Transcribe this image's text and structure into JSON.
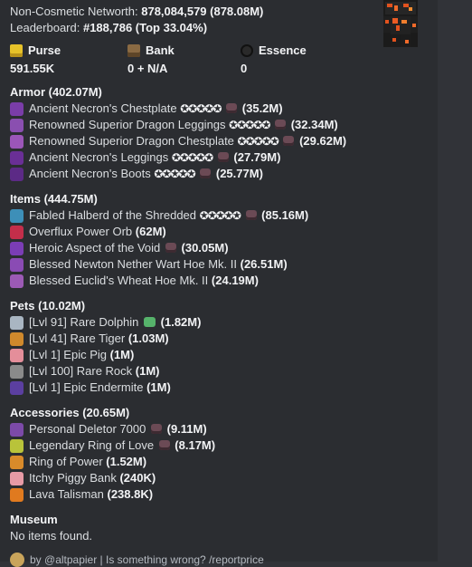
{
  "header": {
    "networth_label": "Non-Cosmetic Networth:",
    "networth_value": "878,084,579 (878.08M)",
    "leaderboard_label": "Leaderboard:",
    "leaderboard_value": "#188,786 (Top 33.04%)"
  },
  "stats": [
    {
      "name": "Purse",
      "value": "591.55K",
      "icon": "coins-icon",
      "color": "#e6c229"
    },
    {
      "name": "Bank",
      "value": "0 + N/A",
      "icon": "chest-icon",
      "color": "#8a6a43"
    },
    {
      "name": "Essence",
      "value": "0",
      "icon": "essence-icon",
      "color": "#2a2a2a"
    }
  ],
  "armor": {
    "title": "Armor (402.07M)",
    "items": [
      {
        "name": "Ancient Necron's Chestplate",
        "stars": "✪✪✪✪✪",
        "value": "(35.2M)",
        "color": "#7a3da8",
        "gem": true
      },
      {
        "name": "Renowned Superior Dragon Leggings",
        "stars": "✪✪✪✪✪",
        "value": "(32.34M)",
        "color": "#8a4fb0",
        "gem": true
      },
      {
        "name": "Renowned Superior Dragon Chestplate",
        "stars": "✪✪✪✪✪",
        "value": "(29.62M)",
        "color": "#9b56b8",
        "gem": true
      },
      {
        "name": "Ancient Necron's Leggings",
        "stars": "✪✪✪✪✪",
        "value": "(27.79M)",
        "color": "#6a2f96",
        "gem": true
      },
      {
        "name": "Ancient Necron's Boots",
        "stars": "✪✪✪✪✪",
        "value": "(25.77M)",
        "color": "#5c2a86",
        "gem": true
      }
    ]
  },
  "items": {
    "title": "Items (444.75M)",
    "entries": [
      {
        "name": "Fabled Halberd of the Shredded",
        "stars": "✪✪✪✪✪",
        "value": "(85.16M)",
        "color": "#3d8fb8",
        "gem": true
      },
      {
        "name": "Overflux Power Orb",
        "stars": "",
        "value": "(62M)",
        "color": "#c42e4a",
        "gem": false
      },
      {
        "name": "Heroic Aspect of the Void",
        "stars": "",
        "value": "(30.05M)",
        "color": "#7b3db5",
        "gem": true
      },
      {
        "name": "Blessed Newton Nether Wart Hoe Mk. II",
        "stars": "",
        "value": "(26.51M)",
        "color": "#8a4bb4",
        "gem": false
      },
      {
        "name": "Blessed Euclid's Wheat Hoe Mk. II",
        "stars": "",
        "value": "(24.19M)",
        "color": "#9c5ab5",
        "gem": false
      }
    ]
  },
  "pets": {
    "title": "Pets (10.02M)",
    "entries": [
      {
        "name": "[Lvl 91] Rare Dolphin",
        "value": "(1.82M)",
        "color": "#a9b6c2",
        "green": true
      },
      {
        "name": "[Lvl 41] Rare Tiger",
        "value": "(1.03M)",
        "color": "#d0892c",
        "green": false
      },
      {
        "name": "[Lvl 1] Epic Pig",
        "value": "(1M)",
        "color": "#e48e9a",
        "green": false
      },
      {
        "name": "[Lvl 100] Rare Rock",
        "value": "(1M)",
        "color": "#8a8a8a",
        "green": false
      },
      {
        "name": "[Lvl 1] Epic Endermite",
        "value": "(1M)",
        "color": "#5b3fa0",
        "green": false
      }
    ]
  },
  "accessories": {
    "title": "Accessories (20.65M)",
    "entries": [
      {
        "name": "Personal Deletor 7000",
        "value": "(9.11M)",
        "color": "#7c4aa8",
        "gem": true
      },
      {
        "name": "Legendary Ring of Love",
        "value": "(8.17M)",
        "color": "#b9c33a",
        "gem": true
      },
      {
        "name": "Ring of Power",
        "value": "(1.52M)",
        "color": "#d88a2a",
        "gem": false
      },
      {
        "name": "Itchy Piggy Bank",
        "value": "(240K)",
        "color": "#e79aa6",
        "gem": false
      },
      {
        "name": "Lava Talisman",
        "value": "(238.8K)",
        "color": "#e07a1f",
        "gem": false
      }
    ]
  },
  "museum": {
    "title": "Museum",
    "empty": "No items found."
  },
  "footer": {
    "text": "by @altpapier | Is something wrong? /reportprice"
  },
  "colors": {
    "embed_bg": "#2b2d31",
    "page_bg": "#313338",
    "text": "#dbdee1",
    "bold": "#f2f3f5"
  }
}
